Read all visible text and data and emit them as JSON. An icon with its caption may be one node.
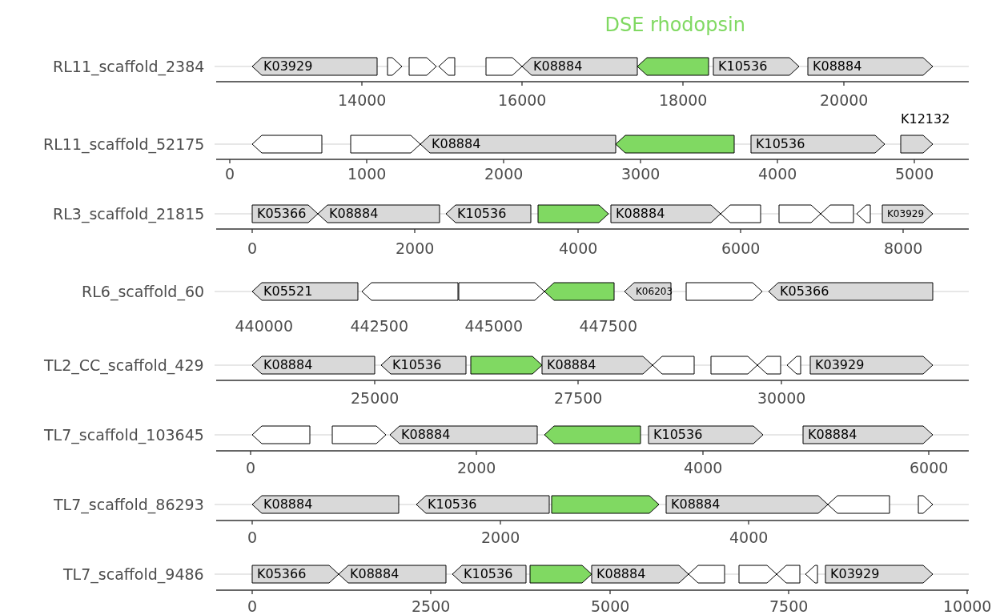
{
  "diagram": {
    "nodes": [
      {
        "text": [
          "K03929"
        ]
      },
      {
        "text": [],
        "shape": "arrow"
      },
      {
        "text": [],
        "shape": "arrow"
      },
      {
        "text": [],
        "shape": "arrow"
      },
      {
        "text": [],
        "shape": "arrow"
      },
      {
        "text": [
          "K08884"
        ]
      },
      {
        "text": [],
        "shape": "arrow"
      },
      {
        "text": [
          "K10536"
        ]
      },
      {
        "text": [
          "K08884"
        ]
      },
      {
        "text": [],
        "shape": "arrow"
      },
      {
        "text": [],
        "shape": "arrow"
      },
      {
        "text": [
          "K08884"
        ]
      },
      {
        "text": [],
        "shape": "arrow"
      },
      {
        "text": [
          "K10536"
        ]
      },
      {
        "text": [
          "K12132"
        ]
      },
      {
        "text": [
          "K05366"
        ]
      },
      {
        "text": [
          "K08884"
        ]
      },
      {
        "text": [
          "K10536"
        ]
      },
      {
        "text": [],
        "shape": "arrow"
      },
      {
        "text": [
          "K08884"
        ]
      },
      {
        "text": [],
        "shape": "arrow"
      },
      {
        "text": [],
        "shape": "arrow"
      },
      {
        "text": [],
        "shape": "arrow"
      },
      {
        "text": [],
        "shape": "arrow"
      },
      {
        "text": [
          "K03929"
        ]
      },
      {
        "text": [
          "K05521"
        ]
      },
      {
        "text": [],
        "shape": "arrow"
      },
      {
        "text": [],
        "shape": "arrow"
      },
      {
        "text": [],
        "shape": "arrow"
      },
      {
        "text": [
          "K06203"
        ]
      },
      {
        "text": [],
        "shape": "arrow"
      },
      {
        "text": [
          "K05366"
        ]
      },
      {
        "text": [
          "K08884"
        ]
      },
      {
        "text": [
          "K10536"
        ]
      },
      {
        "text": [],
        "shape": "arrow"
      },
      {
        "text": [
          "K08884"
        ]
      },
      {
        "text": [],
        "shape": "arrow"
      },
      {
        "text": [],
        "shape": "arrow"
      },
      {
        "text": [],
        "shape": "arrow"
      },
      {
        "text": [],
        "shape": "arrow"
      },
      {
        "text": [
          "K03929"
        ]
      },
      {
        "text": [],
        "shape": "arrow"
      },
      {
        "text": [],
        "shape": "arrow"
      },
      {
        "text": [
          "K08884"
        ]
      },
      {
        "text": [],
        "shape": "arrow"
      },
      {
        "text": [
          "K10536"
        ]
      },
      {
        "text": [
          "K08884"
        ]
      },
      {
        "text": [
          "K08884"
        ]
      },
      {
        "text": [
          "K10536"
        ]
      },
      {
        "text": [],
        "shape": "arrow"
      },
      {
        "text": [
          "K08884"
        ]
      },
      {
        "text": [],
        "shape": "arrow"
      },
      {
        "text": [],
        "shape": "arrow"
      },
      {
        "text": [
          "K05366"
        ]
      },
      {
        "text": [
          "K08884"
        ]
      },
      {
        "text": [
          "K10536"
        ]
      },
      {
        "text": [],
        "shape": "arrow"
      },
      {
        "text": [
          "K08884"
        ]
      },
      {
        "text": [],
        "shape": "arrow"
      },
      {
        "text": [],
        "shape": "arrow"
      },
      {
        "text": [],
        "shape": "arrow"
      },
      {
        "text": [],
        "shape": "arrow"
      },
      {
        "text": [
          "K03929"
        ]
      }
    ],
    "labels": [
      "DSE rhodopsin",
      "RL11_scaffold_2384",
      "14000",
      "16000",
      "18000",
      "20000",
      "RL11_scaffold_52175",
      "0",
      "1000",
      "2000",
      "3000",
      "4000",
      "5000",
      "RL3_scaffold_21815",
      "0",
      "2000",
      "4000",
      "6000",
      "8000",
      "RL6_scaffold_60",
      "440000",
      "442500",
      "445000",
      "447500",
      "TL2_CC_scaffold_429",
      "25000",
      "27500",
      "30000",
      "TL7_scaffold_103645",
      "0",
      "2000",
      "4000",
      "6000",
      "TL7_scaffold_86293",
      "0",
      "2000",
      "4000",
      "TL7_scaffold_9486",
      "0",
      "2500",
      "5000",
      "7500",
      "10000"
    ]
  }
}
